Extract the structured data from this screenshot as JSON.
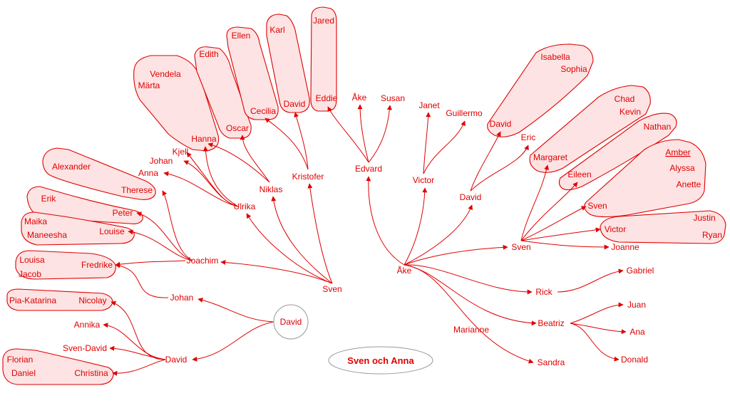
{
  "diagram": {
    "title": "Sven och Anna",
    "roots": {
      "left": "Sven",
      "right": "Åke"
    },
    "unattached": "Marianne",
    "nodes": [
      {
        "id": "sven_l",
        "label": "Sven"
      },
      {
        "id": "ake",
        "label": "Åke"
      },
      {
        "id": "ulrika",
        "label": "Ulrika"
      },
      {
        "id": "niklas",
        "label": "Niklas"
      },
      {
        "id": "kristofer",
        "label": "Kristofer"
      },
      {
        "id": "joachim",
        "label": "Joachim"
      },
      {
        "id": "kjell",
        "label": "Kjell"
      },
      {
        "id": "johan1",
        "label": "Johan"
      },
      {
        "id": "anna",
        "label": "Anna"
      },
      {
        "id": "hanna",
        "label": "Hanna"
      },
      {
        "id": "vendela",
        "label": "Vendela"
      },
      {
        "id": "marta",
        "label": "Märta"
      },
      {
        "id": "oscar",
        "label": "Oscar"
      },
      {
        "id": "edith",
        "label": "Edith"
      },
      {
        "id": "cecilia",
        "label": "Cecilia"
      },
      {
        "id": "ellen",
        "label": "Ellen"
      },
      {
        "id": "david_k",
        "label": "David"
      },
      {
        "id": "karl",
        "label": "Karl"
      },
      {
        "id": "eddie",
        "label": "Eddie"
      },
      {
        "id": "jared",
        "label": "Jared"
      },
      {
        "id": "therese",
        "label": "Therese"
      },
      {
        "id": "alexander",
        "label": "Alexander"
      },
      {
        "id": "peter",
        "label": "Peter"
      },
      {
        "id": "erik",
        "label": "Erik"
      },
      {
        "id": "louise",
        "label": "Louise"
      },
      {
        "id": "maika",
        "label": "Maika"
      },
      {
        "id": "maneesha",
        "label": "Maneesha"
      },
      {
        "id": "fredrike",
        "label": "Fredrike"
      },
      {
        "id": "louisa",
        "label": "Louisa"
      },
      {
        "id": "jacob",
        "label": "Jacob"
      },
      {
        "id": "johan2",
        "label": "Johan"
      },
      {
        "id": "david_c",
        "label": "David"
      },
      {
        "id": "david_2",
        "label": "David"
      },
      {
        "id": "nicolay",
        "label": "Nicolay"
      },
      {
        "id": "pia",
        "label": "Pia-Katarina"
      },
      {
        "id": "annika",
        "label": "Annika"
      },
      {
        "id": "svendavid",
        "label": "Sven-David"
      },
      {
        "id": "christina",
        "label": "Christina"
      },
      {
        "id": "florian",
        "label": "Florian"
      },
      {
        "id": "daniel",
        "label": "Daniel"
      },
      {
        "id": "edvard",
        "label": "Edvard"
      },
      {
        "id": "ake2",
        "label": "Åke"
      },
      {
        "id": "susan",
        "label": "Susan"
      },
      {
        "id": "victor_m",
        "label": "Victor"
      },
      {
        "id": "janet",
        "label": "Janet"
      },
      {
        "id": "guillermo",
        "label": "Guillermo"
      },
      {
        "id": "david_r",
        "label": "David"
      },
      {
        "id": "david_r2",
        "label": "David"
      },
      {
        "id": "isabella",
        "label": "Isabella"
      },
      {
        "id": "sophia",
        "label": "Sophia"
      },
      {
        "id": "eric",
        "label": "Eric"
      },
      {
        "id": "sven_r",
        "label": "Sven"
      },
      {
        "id": "margaret",
        "label": "Margaret"
      },
      {
        "id": "chad",
        "label": "Chad"
      },
      {
        "id": "kevin",
        "label": "Kevin"
      },
      {
        "id": "eileen",
        "label": "Eileen"
      },
      {
        "id": "nathan",
        "label": "Nathan"
      },
      {
        "id": "sven_r2",
        "label": "Sven"
      },
      {
        "id": "amber",
        "label": "Amber"
      },
      {
        "id": "alyssa",
        "label": "Alyssa"
      },
      {
        "id": "anette",
        "label": "Anette"
      },
      {
        "id": "victor_r",
        "label": "Victor"
      },
      {
        "id": "justin",
        "label": "Justin"
      },
      {
        "id": "ryan",
        "label": "Ryan"
      },
      {
        "id": "joanne",
        "label": "Joanne"
      },
      {
        "id": "rick",
        "label": "Rick"
      },
      {
        "id": "gabriel",
        "label": "Gabriel"
      },
      {
        "id": "beatriz",
        "label": "Beatriz"
      },
      {
        "id": "juan",
        "label": "Juan"
      },
      {
        "id": "ana",
        "label": "Ana"
      },
      {
        "id": "donald",
        "label": "Donald"
      },
      {
        "id": "marianne",
        "label": "Marianne"
      },
      {
        "id": "sandra",
        "label": "Sandra"
      }
    ],
    "edges": [
      [
        "sven_l",
        "joachim"
      ],
      [
        "sven_l",
        "ulrika"
      ],
      [
        "sven_l",
        "niklas"
      ],
      [
        "sven_l",
        "kristofer"
      ],
      [
        "ulrika",
        "kjell"
      ],
      [
        "ulrika",
        "johan1"
      ],
      [
        "ulrika",
        "anna"
      ],
      [
        "ulrika",
        "hanna"
      ],
      [
        "niklas",
        "oscar"
      ],
      [
        "niklas",
        "hanna"
      ],
      [
        "kristofer",
        "cecilia"
      ],
      [
        "kristofer",
        "david_k"
      ],
      [
        "joachim",
        "therese"
      ],
      [
        "joachim",
        "peter"
      ],
      [
        "joachim",
        "louise"
      ],
      [
        "joachim",
        "fredrike"
      ],
      [
        "johan2",
        "fredrike"
      ],
      [
        "david_c",
        "johan2"
      ],
      [
        "david_c",
        "david_2"
      ],
      [
        "david_2",
        "nicolay"
      ],
      [
        "david_2",
        "annika"
      ],
      [
        "david_2",
        "svendavid"
      ],
      [
        "david_2",
        "christina"
      ],
      [
        "ake",
        "edvard"
      ],
      [
        "ake",
        "victor_m"
      ],
      [
        "ake",
        "david_r"
      ],
      [
        "ake",
        "sven_r"
      ],
      [
        "ake",
        "rick"
      ],
      [
        "ake",
        "beatriz"
      ],
      [
        "ake",
        "sandra"
      ],
      [
        "edvard",
        "eddie"
      ],
      [
        "edvard",
        "ake2"
      ],
      [
        "edvard",
        "susan"
      ],
      [
        "victor_m",
        "janet"
      ],
      [
        "victor_m",
        "guillermo"
      ],
      [
        "david_r",
        "david_r2"
      ],
      [
        "david_r",
        "eric"
      ],
      [
        "sven_r",
        "margaret"
      ],
      [
        "sven_r",
        "eileen"
      ],
      [
        "sven_r",
        "sven_r2"
      ],
      [
        "sven_r",
        "victor_r"
      ],
      [
        "sven_r",
        "joanne"
      ],
      [
        "rick",
        "gabriel"
      ],
      [
        "beatriz",
        "juan"
      ],
      [
        "beatriz",
        "ana"
      ],
      [
        "beatriz",
        "donald"
      ]
    ],
    "groups": [
      [
        "hanna",
        "vendela",
        "marta"
      ],
      [
        "oscar",
        "edith"
      ],
      [
        "cecilia",
        "ellen"
      ],
      [
        "david_k",
        "karl"
      ],
      [
        "eddie",
        "jared"
      ],
      [
        "therese",
        "alexander"
      ],
      [
        "peter",
        "erik"
      ],
      [
        "louise",
        "maika",
        "maneesha"
      ],
      [
        "fredrike",
        "louisa",
        "jacob"
      ],
      [
        "nicolay",
        "pia"
      ],
      [
        "christina",
        "florian",
        "daniel"
      ],
      [
        "david_r2",
        "isabella",
        "sophia"
      ],
      [
        "margaret",
        "chad",
        "kevin"
      ],
      [
        "eileen",
        "nathan"
      ],
      [
        "sven_r2",
        "amber",
        "alyssa",
        "anette"
      ],
      [
        "victor_r",
        "justin",
        "ryan"
      ]
    ],
    "colors": {
      "line": "#e00000",
      "group_fill": "#fde3e3",
      "ring": "#999999"
    }
  }
}
